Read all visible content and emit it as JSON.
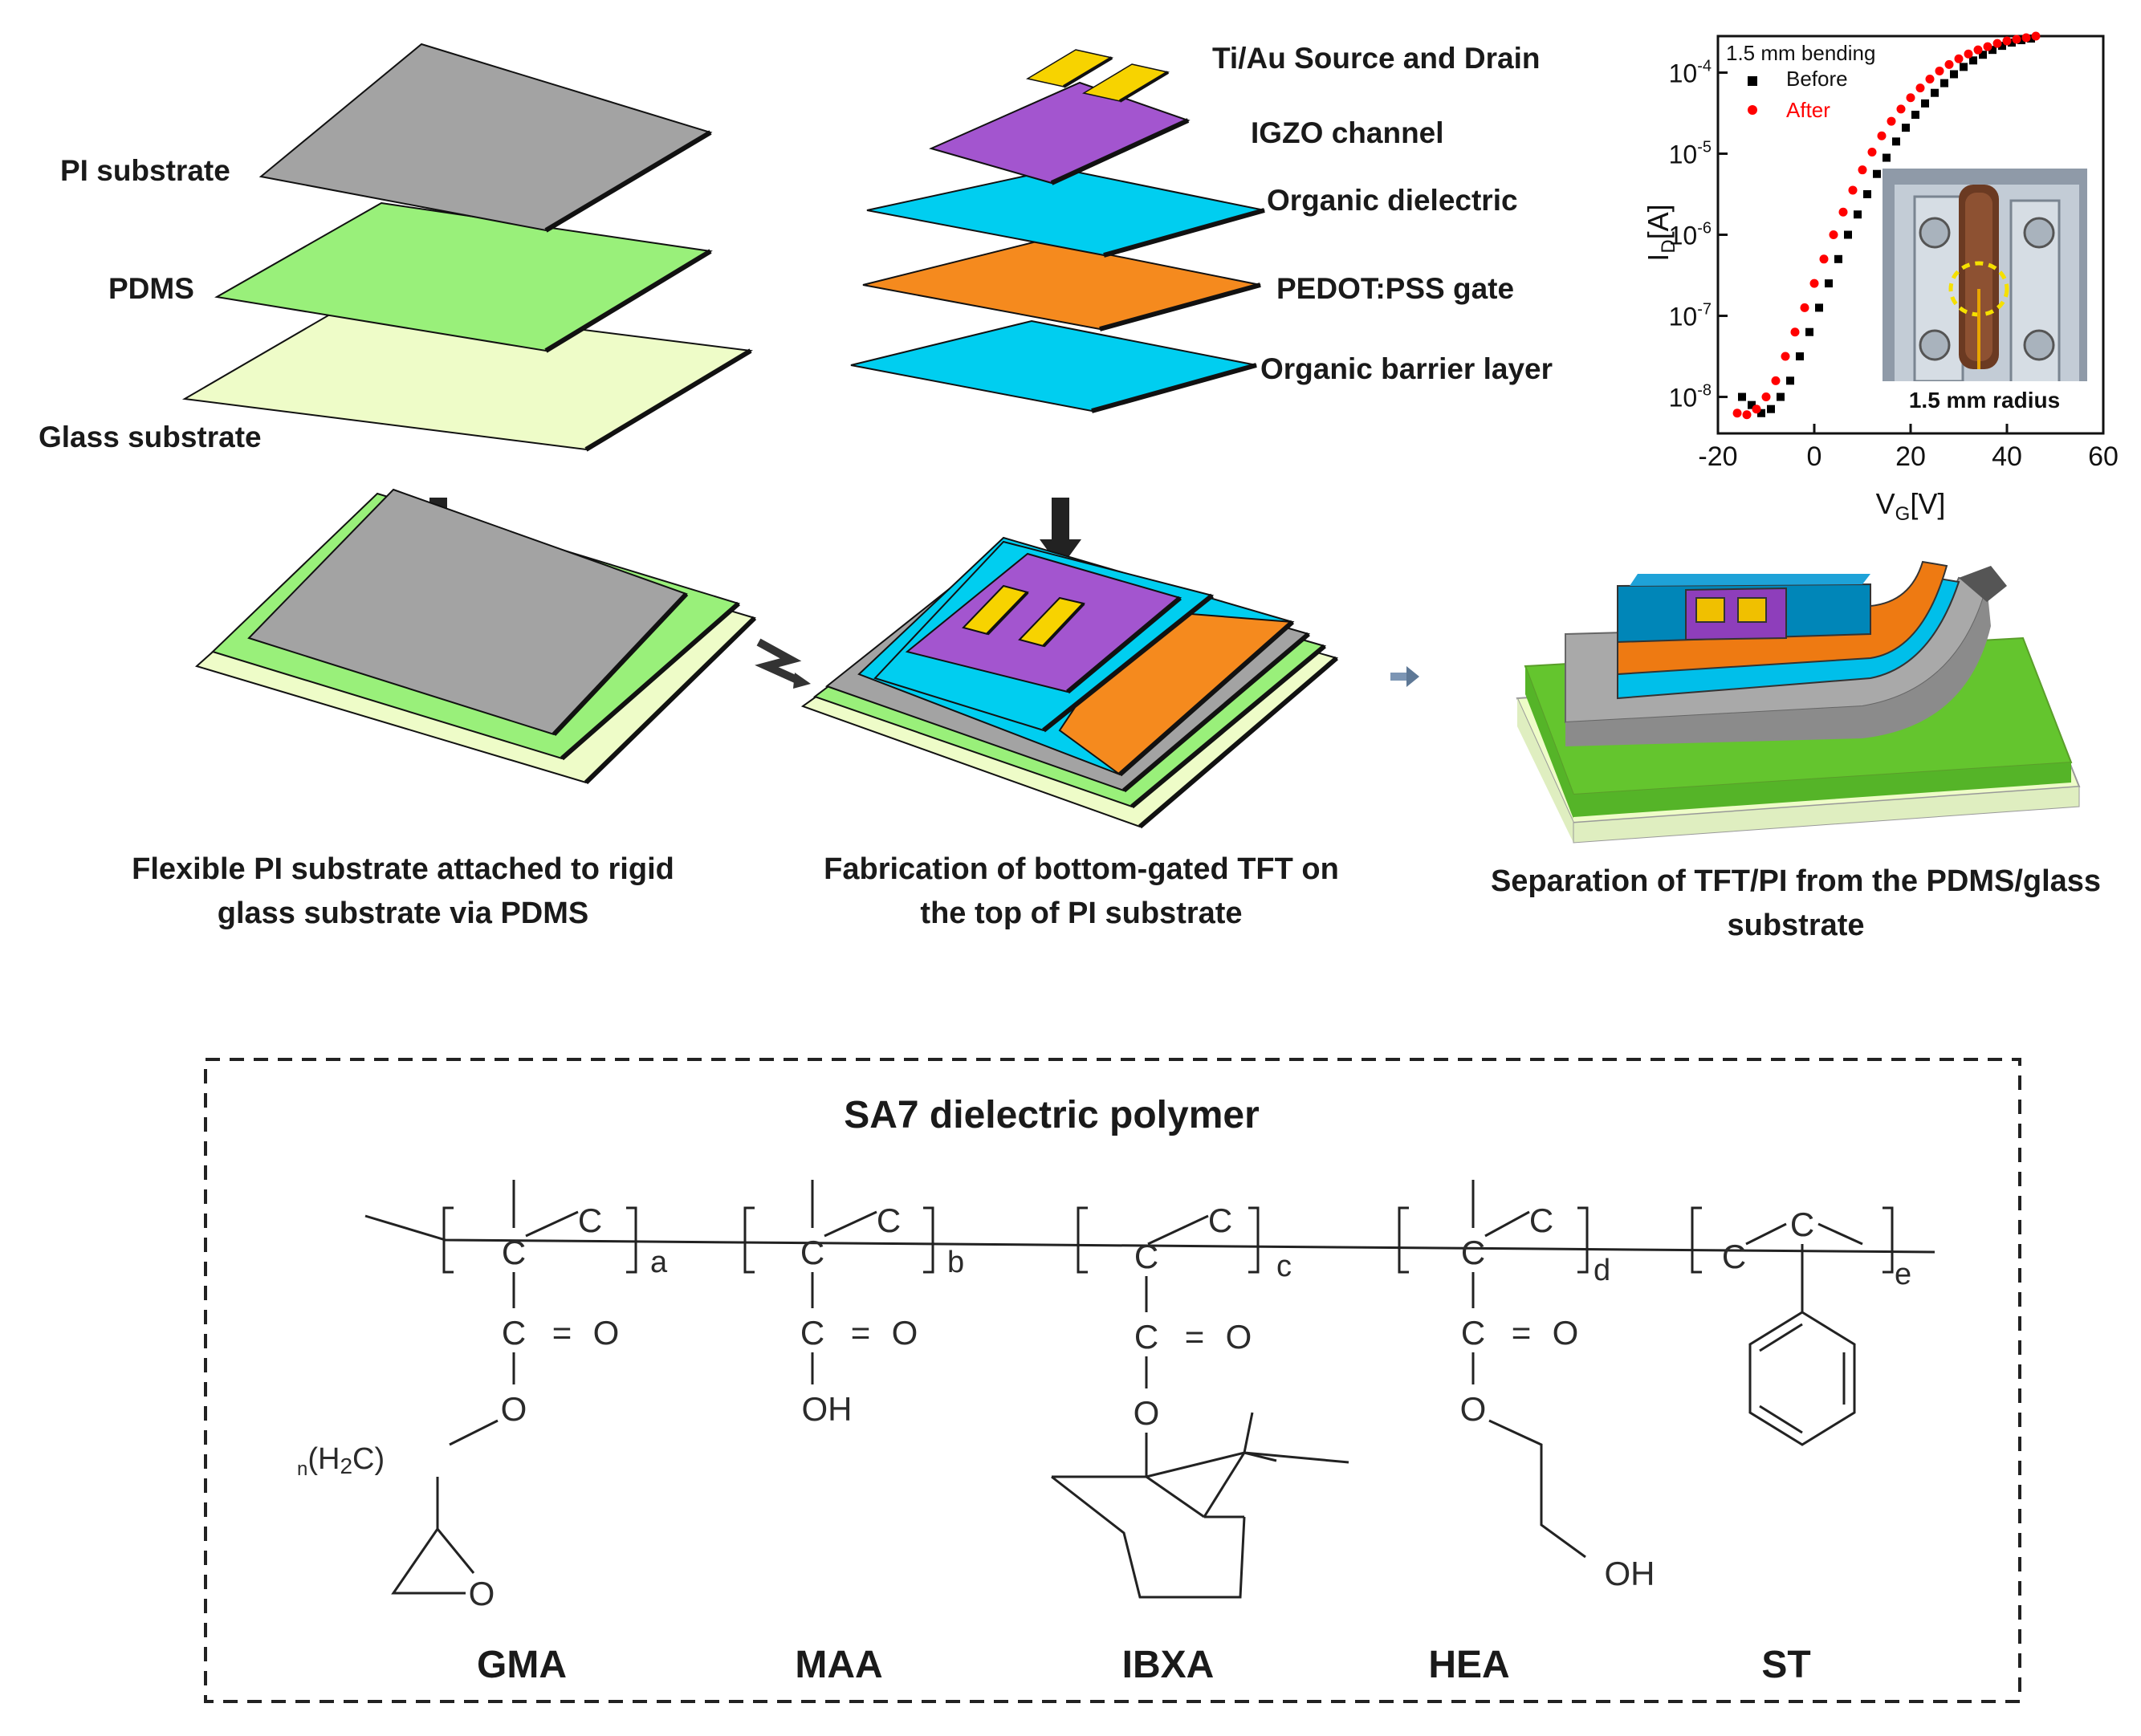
{
  "colors": {
    "pi": "#a3a3a3",
    "pdms": "#99f07a",
    "glass": "#eefcc8",
    "igzo": "#a355cf",
    "dielectric": "#00cef0",
    "pedot": "#f58a1e",
    "electrode": "#f7d300",
    "before_series": "#000000",
    "after_series": "#ff0000"
  },
  "stack1": {
    "labels": [
      "PI substrate",
      "PDMS",
      "Glass substrate"
    ],
    "caption": [
      "Flexible PI substrate attached to rigid",
      "glass substrate via PDMS"
    ]
  },
  "stack2": {
    "labels": [
      "Ti/Au Source and Drain",
      "IGZO channel",
      "Organic dielectric",
      "PEDOT:PSS gate",
      "Organic barrier layer"
    ],
    "caption": [
      "Fabrication of bottom-gated TFT on",
      "the top of PI substrate"
    ]
  },
  "stack3": {
    "caption": [
      "Separation of TFT/PI from the PDMS/glass",
      "substrate"
    ]
  },
  "chart_data": {
    "type": "scatter",
    "annotation": "1.5 mm bending",
    "inset_label": "1.5 mm radius",
    "ylabel": {
      "main": "I",
      "sub": "D",
      "unit": "[A]"
    },
    "xlabel": {
      "main": "V",
      "sub": "G",
      "unit": "[V]"
    },
    "xlim": [
      -20,
      60
    ],
    "ylim_exponent": [
      -8.45,
      -3.55
    ],
    "x_ticks": [
      "-20",
      "0",
      "20",
      "40",
      "60"
    ],
    "y_ticks": [
      {
        "base": "10",
        "exp": "-8",
        "value": -8
      },
      {
        "base": "10",
        "exp": "-7",
        "value": -7
      },
      {
        "base": "10",
        "exp": "-6",
        "value": -6
      },
      {
        "base": "10",
        "exp": "-5",
        "value": -5
      },
      {
        "base": "10",
        "exp": "-4",
        "value": -4
      }
    ],
    "log_scale_y": true,
    "legend_position": "top-left",
    "series": [
      {
        "name": "Before",
        "color": "#000000",
        "x": [
          -15,
          -13,
          -11,
          -9,
          -7,
          -5,
          -3,
          -1,
          1,
          3,
          5,
          7,
          9,
          11,
          13,
          15,
          17,
          19,
          21,
          23,
          25,
          27,
          29,
          31,
          33,
          35,
          37,
          39,
          41,
          43,
          45
        ],
        "log_y": [
          -8.0,
          -8.1,
          -8.2,
          -8.15,
          -8.0,
          -7.8,
          -7.5,
          -7.2,
          -6.9,
          -6.6,
          -6.3,
          -6.0,
          -5.75,
          -5.5,
          -5.25,
          -5.05,
          -4.85,
          -4.68,
          -4.52,
          -4.38,
          -4.25,
          -4.13,
          -4.02,
          -3.93,
          -3.85,
          -3.78,
          -3.72,
          -3.67,
          -3.63,
          -3.6,
          -3.58
        ]
      },
      {
        "name": "After",
        "color": "#ff0000",
        "x": [
          -16,
          -14,
          -12,
          -10,
          -8,
          -6,
          -4,
          -2,
          0,
          2,
          4,
          6,
          8,
          10,
          12,
          14,
          16,
          18,
          20,
          22,
          24,
          26,
          28,
          30,
          32,
          34,
          36,
          38,
          40,
          42,
          44,
          46
        ],
        "log_y": [
          -8.2,
          -8.22,
          -8.15,
          -8.0,
          -7.8,
          -7.5,
          -7.2,
          -6.9,
          -6.6,
          -6.3,
          -6.0,
          -5.72,
          -5.45,
          -5.2,
          -4.98,
          -4.78,
          -4.6,
          -4.45,
          -4.31,
          -4.19,
          -4.08,
          -3.98,
          -3.9,
          -3.83,
          -3.77,
          -3.72,
          -3.68,
          -3.64,
          -3.61,
          -3.59,
          -3.57,
          -3.55
        ]
      }
    ]
  },
  "polymer": {
    "title": "SA7 dielectric polymer",
    "units": [
      {
        "name": "GMA",
        "subscript": "a"
      },
      {
        "name": "MAA",
        "subscript": "b"
      },
      {
        "name": "IBXA",
        "subscript": "c"
      },
      {
        "name": "HEA",
        "subscript": "d"
      },
      {
        "name": "ST",
        "subscript": "e"
      }
    ],
    "atoms": {
      "c": "C",
      "o": "O",
      "eq": "=",
      "oh": "OH",
      "n": "n",
      "h2c_open": "(H",
      "h2c_two": "2",
      "h2c_close": "C)"
    }
  }
}
